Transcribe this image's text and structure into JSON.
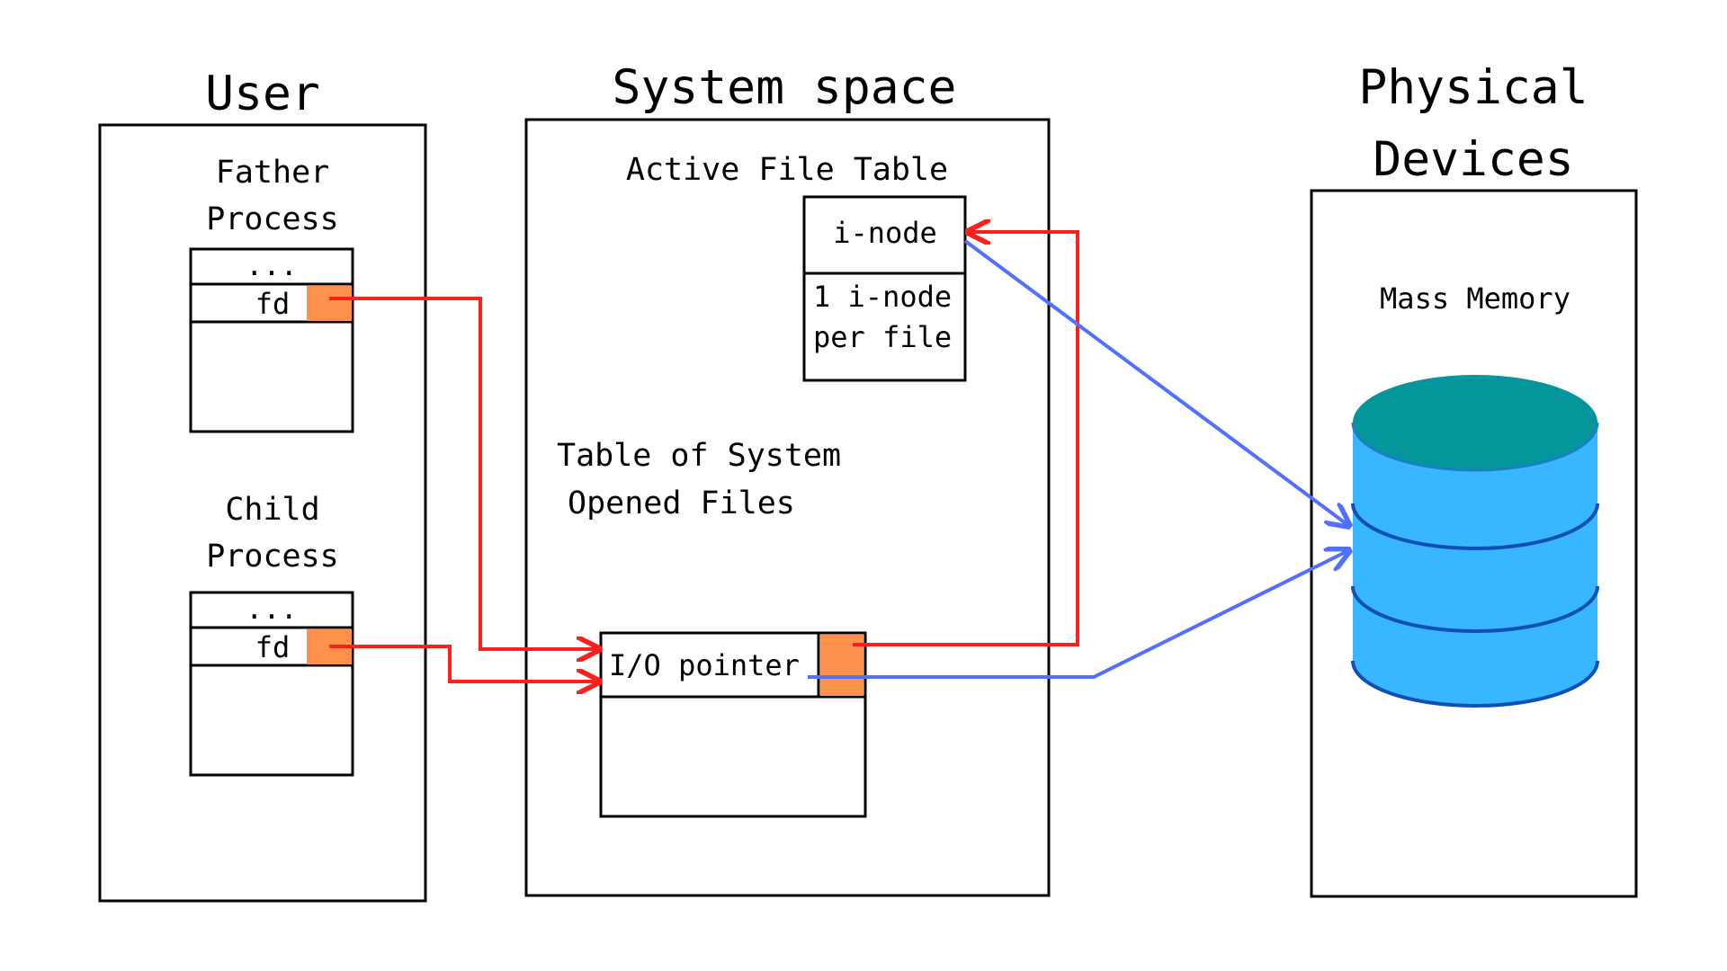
{
  "columns": {
    "user": {
      "title": "User"
    },
    "system": {
      "title": "System space"
    },
    "physical": {
      "title_line1": "Physical",
      "title_line2": "Devices"
    }
  },
  "father_process": {
    "label_line1": "Father",
    "label_line2": "Process",
    "rows": [
      "...",
      "fd"
    ]
  },
  "child_process": {
    "label_line1": "Child",
    "label_line2": "Process",
    "rows": [
      "...",
      "fd"
    ]
  },
  "active_file_table": {
    "title": "Active File Table",
    "inode_label": "i-node",
    "note_line1": "1 i-node",
    "note_line2": "per file"
  },
  "system_opened_files": {
    "title_line1": "Table of System",
    "title_line2": "Opened Files",
    "pointer_label": "I/O pointer"
  },
  "mass_memory": {
    "label": "Mass Memory"
  },
  "colors": {
    "fd_slot": "#ff914d",
    "link_red": "#ff1f1f",
    "link_blue": "#5170ff",
    "disk_top": "#04969a",
    "disk_body": "#38b6ff",
    "disk_rim": "#0e4fb8"
  }
}
